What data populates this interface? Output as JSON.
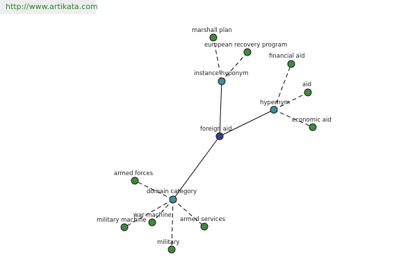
{
  "watermark": "http://www.artikata.com",
  "colors": {
    "center": "#3b3b8f",
    "hub": "#3f8f9a",
    "leaf": "#3f8a3f"
  },
  "nodes": {
    "foreign_aid": "foreign aid",
    "instance_hyponym": "instance hyponym",
    "hypernym": "hypernym",
    "domain_category": "domain category",
    "marshall_plan": "marshall plan",
    "european_recovery_program": "european recovery program",
    "financial_aid": "financial aid",
    "aid": "aid",
    "economic_aid": "economic aid",
    "armed_forces": "armed forces",
    "war_machine": "war machine",
    "military_machine": "military machine",
    "armed_services": "armed services",
    "military": "military"
  }
}
